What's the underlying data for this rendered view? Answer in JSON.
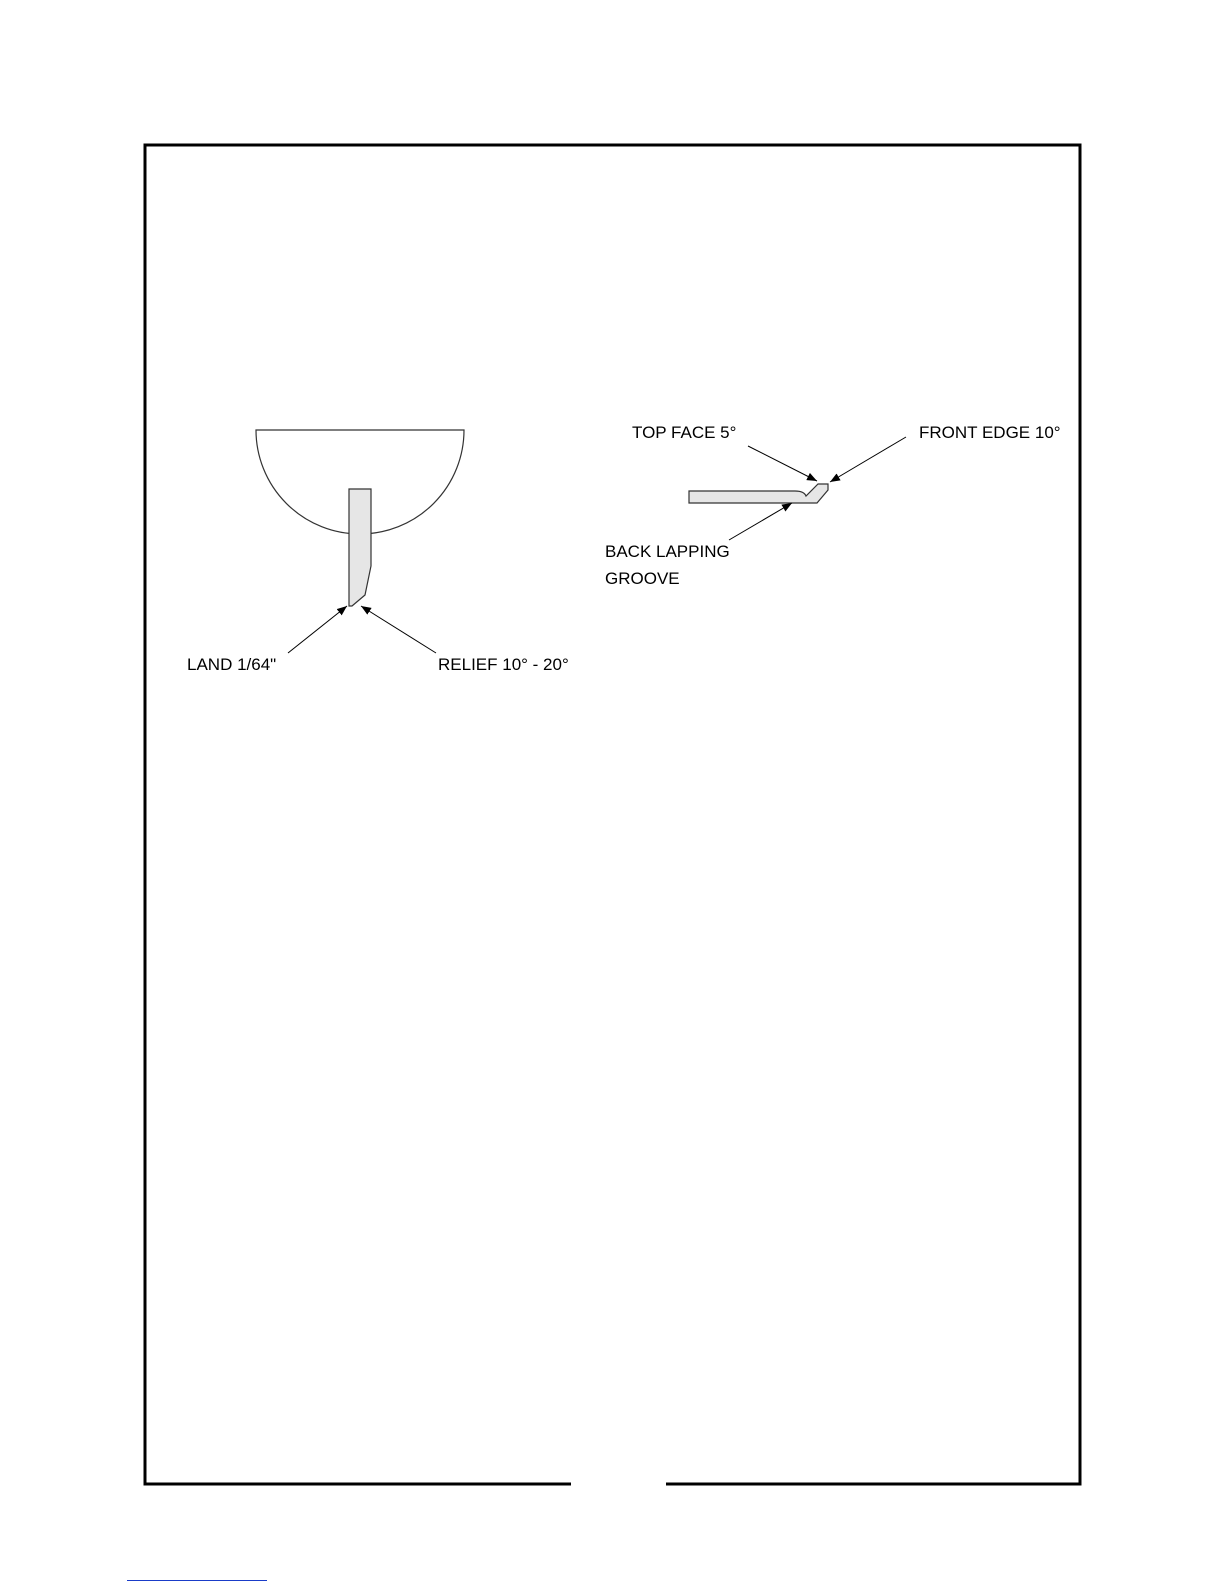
{
  "colors": {
    "frame": "#000000",
    "blade_fill": "#e6e6e6",
    "link": "#1a3cc8"
  },
  "diagram_left": {
    "label_land": "LAND 1/64\"",
    "label_relief": "RELIEF 10° - 20°"
  },
  "diagram_right": {
    "label_top_face": "TOP FACE  5°",
    "label_front_edge": "FRONT EDGE  10°",
    "label_back_lapping_line1": "BACK LAPPING",
    "label_back_lapping_line2": "GROOVE"
  }
}
